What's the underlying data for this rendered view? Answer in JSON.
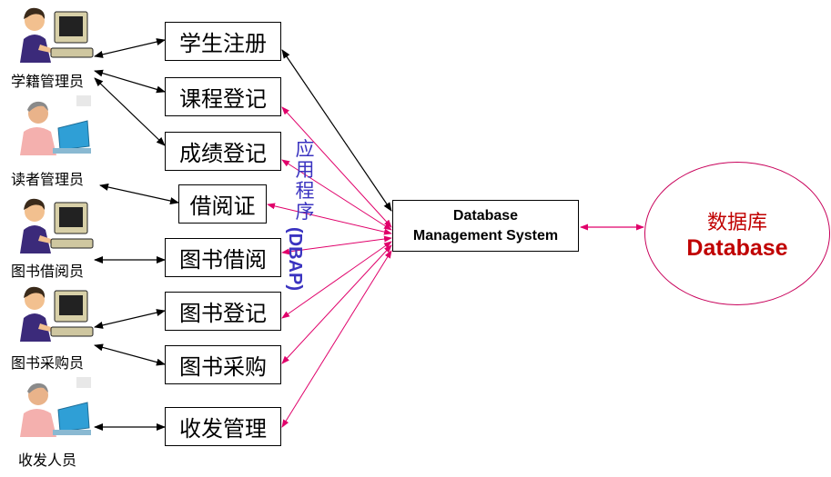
{
  "roles": [
    {
      "id": "registrar",
      "label": "学籍管理员",
      "icon": "admin-at-computer-icon"
    },
    {
      "id": "reader-admin",
      "label": "读者管理员",
      "icon": "user-at-laptop-icon"
    },
    {
      "id": "lending-clerk",
      "label": "图书借阅员",
      "icon": "admin-at-computer-icon"
    },
    {
      "id": "purchaser",
      "label": "图书采购员",
      "icon": "admin-at-computer-icon"
    },
    {
      "id": "mail-clerk",
      "label": "收发人员",
      "icon": "user-at-laptop-icon"
    }
  ],
  "applications": [
    {
      "id": "student-registration",
      "label": "学生注册"
    },
    {
      "id": "course-registration",
      "label": "课程登记"
    },
    {
      "id": "grade-registration",
      "label": "成绩登记"
    },
    {
      "id": "library-card",
      "label": "借阅证"
    },
    {
      "id": "book-lending",
      "label": "图书借阅"
    },
    {
      "id": "book-registration",
      "label": "图书登记"
    },
    {
      "id": "book-purchase",
      "label": "图书采购"
    },
    {
      "id": "mail-management",
      "label": "收发管理"
    }
  ],
  "dbap": {
    "label_cn": "应用程序",
    "label_en": "(DBAP)"
  },
  "dbms": {
    "line1": "Database",
    "line2": "Management System"
  },
  "database": {
    "label_cn": "数据库",
    "label_en": "Database"
  },
  "colors": {
    "user_links": "#000000",
    "dbms_links": "#e0006a",
    "dbap_text": "#3a33c0",
    "database_text": "#c00000"
  }
}
